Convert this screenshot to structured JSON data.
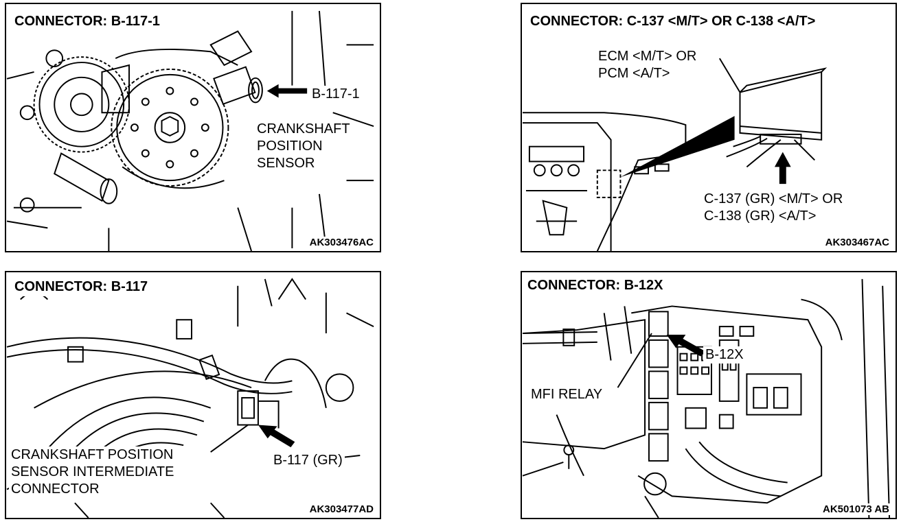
{
  "panels": [
    {
      "title": "CONNECTOR: B-117-1",
      "callout": "B-117-1",
      "sensor_label": [
        "CRANKSHAFT",
        "POSITION",
        "SENSOR"
      ],
      "code": "AK303476AC"
    },
    {
      "title": "CONNECTOR: C-137 <M/T> OR C-138 <A/T>",
      "module_label": [
        "ECM <M/T> OR",
        "PCM <A/T>"
      ],
      "connector_label": [
        "C-137 (GR) <M/T> OR",
        "C-138 (GR) <A/T>"
      ],
      "code": "AK303467AC"
    },
    {
      "title": "CONNECTOR: B-117",
      "callout": "B-117 (GR)",
      "sensor_label": [
        "CRANKSHAFT POSITION",
        "SENSOR INTERMEDIATE",
        "CONNECTOR"
      ],
      "code": "AK303477AD"
    },
    {
      "title": "CONNECTOR: B-12X",
      "callout": "B-12X",
      "relay_label": "MFI RELAY",
      "code": "AK501073 AB"
    }
  ]
}
